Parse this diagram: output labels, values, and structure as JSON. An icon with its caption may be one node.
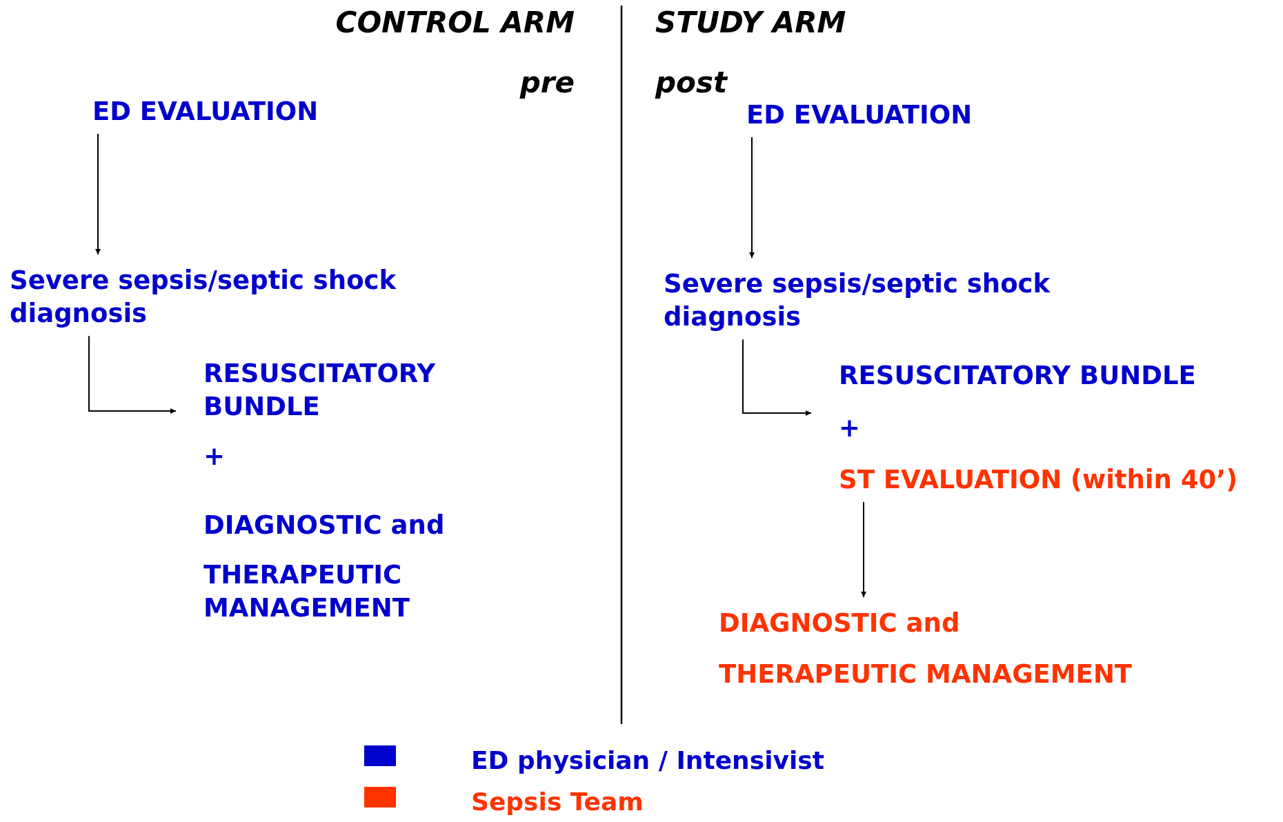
{
  "diagram": {
    "nodes": [
      {
        "text": [
          "ED EVALUATION"
        ]
      },
      {
        "text": [
          "Severe sepsis/septic shock diagnosis"
        ]
      },
      {
        "text": [
          "RESUSCITATORY BUNDLE",
          "+",
          "DIAGNOSTIC and",
          "THERAPEUTIC MANAGEMENT"
        ]
      },
      {
        "text": [
          "ED EVALUATION"
        ]
      },
      {
        "text": [
          "Severe sepsis/septic shock diagnosis"
        ]
      },
      {
        "text": [
          "RESUSCITATORY BUNDLE",
          "+"
        ]
      },
      {
        "text": [
          "ST EVALUATION (within 40’)"
        ]
      },
      {
        "text": [
          "DIAGNOSTIC and",
          "THERAPEUTIC MANAGEMENT"
        ]
      }
    ],
    "edges": [
      {
        "from": 0,
        "to": 1,
        "arrow": "to"
      },
      {
        "from": 1,
        "to": 2,
        "arrow": "to"
      },
      {
        "from": 3,
        "to": 4,
        "arrow": "to"
      },
      {
        "from": 4,
        "to": 5,
        "arrow": "to"
      },
      {
        "from": 6,
        "to": 7,
        "arrow": "to"
      }
    ],
    "labels": [
      "CONTROL ARM",
      "STUDY ARM",
      "pre",
      "post"
    ],
    "legend": [
      {
        "text": "ED physician / Intensivist",
        "color": "#0000cc"
      },
      {
        "text": "Sepsis Team",
        "color": "#ff3300"
      }
    ]
  }
}
